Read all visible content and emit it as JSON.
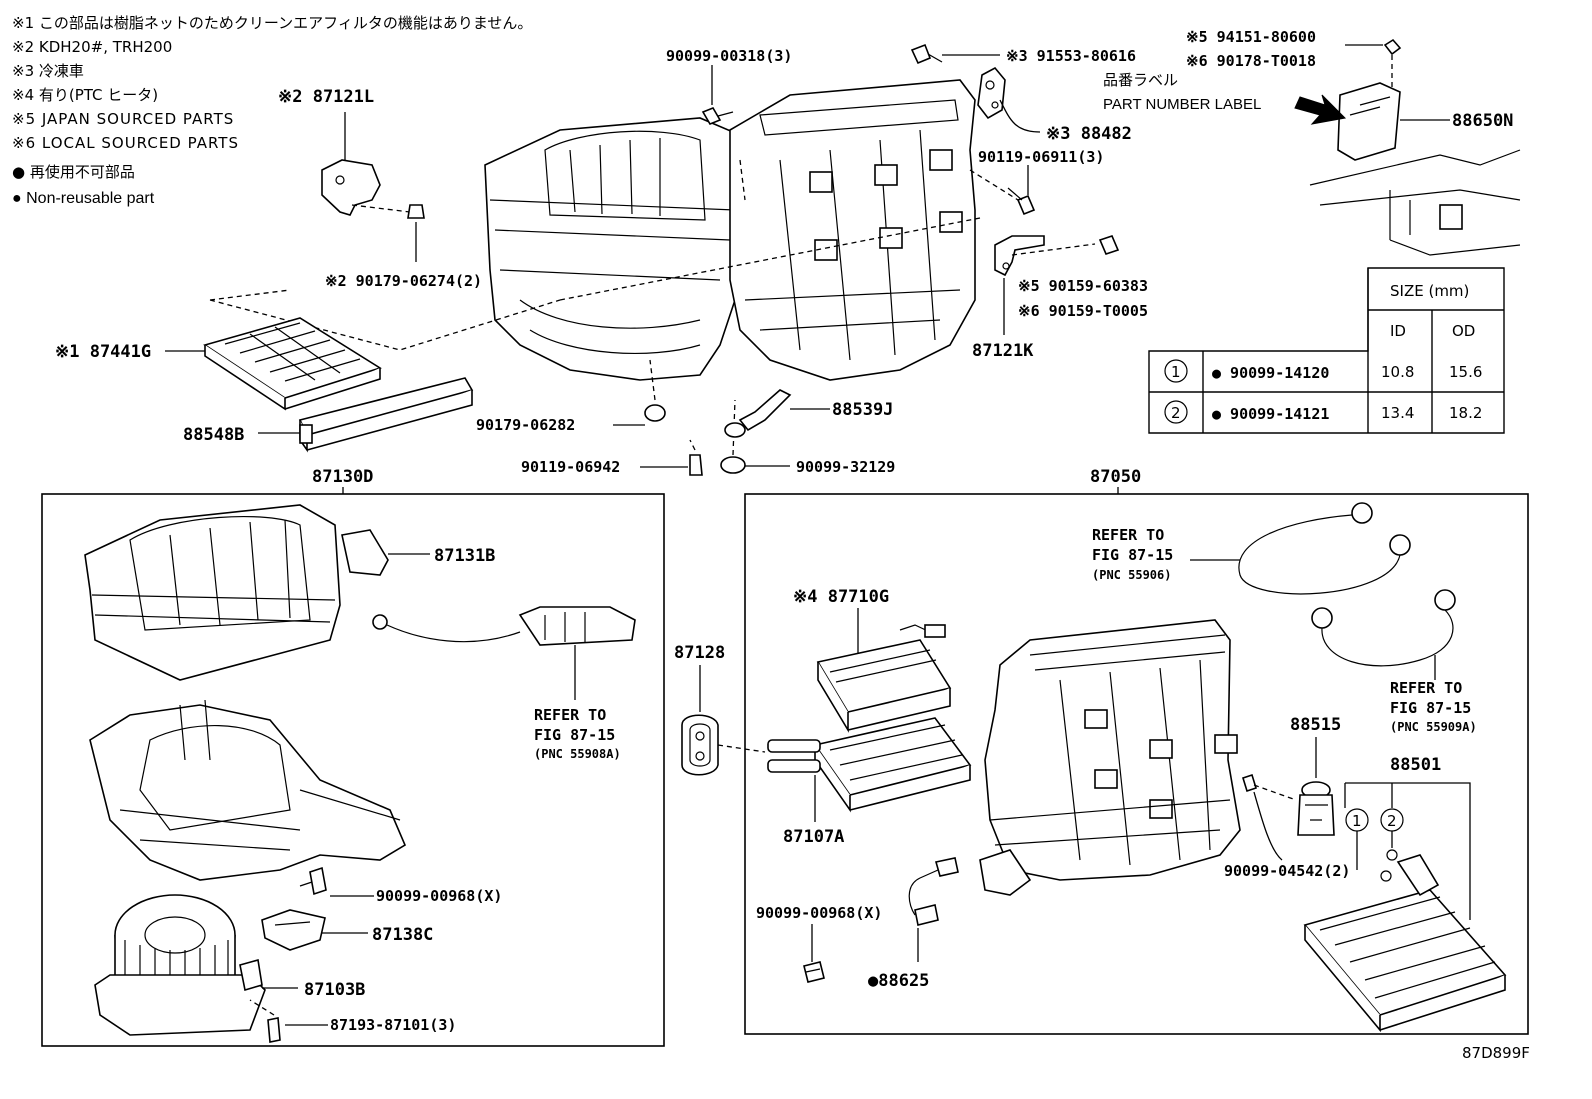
{
  "notes": {
    "n1": "※1 この部品は樹脂ネットのためクリーンエアフィルタの機能はありません。",
    "n2": "※2 KDH20#, TRH200",
    "n3": "※3 冷凍車",
    "n4": "※4 有り(PTC ヒータ)",
    "n5": "※5 JAPAN SOURCED PARTS",
    "n6": "※6 LOCAL SOURCED PARTS",
    "n7": "● 再使用不可部品",
    "n8": "● Non-reusable part"
  },
  "labels": {
    "p_87121L": "※2 87121L",
    "p_9017906274": "※2 90179-06274(2)",
    "p_87441G": "※1 87441G",
    "p_88548B": "88548B",
    "p_87130D": "87130D",
    "p_9009900318": "90099-00318(3)",
    "p_9017906282": "90179-06282",
    "p_9011906942": "90119-06942",
    "p_9009932129": "90099-32129",
    "p_88539J": "88539J",
    "p_9155380616": "※3 91553-80616",
    "p_88482": "※3 88482",
    "p_9011906911": "90119-06911(3)",
    "p_9015960383": "※5 90159-60383",
    "p_90159T0005": "※6 90159-T0005",
    "p_87121K": "87121K",
    "p_9415180600": "※5 94151-80600",
    "p_90178T0018": "※6 90178-T0018",
    "label_jp": "品番ラベル",
    "label_en": "PART NUMBER LABEL",
    "p_88650N": "88650N",
    "p_87050": "87050",
    "p_87131B": "87131B",
    "refer_l1": "REFER TO",
    "refer_l2": "FIG 87-15",
    "refer_l3": "(PNC 55908A)",
    "p_87128": "87128",
    "p_9009900968a": "90099-00968(X)",
    "p_87138C": "87138C",
    "p_87103B": "87103B",
    "p_8719387101": "87193-87101(3)",
    "p_87710G": "※4 87710G",
    "refer_t1": "REFER TO",
    "refer_t2": "FIG 87-15",
    "refer_t3": "(PNC 55906)",
    "refer_r1": "REFER TO",
    "refer_r2": "FIG 87-15",
    "refer_r3": "(PNC 55909A)",
    "p_87107A": "87107A",
    "p_88515": "88515",
    "p_88501": "88501",
    "p_9009904542": "90099-04542(2)",
    "p_9009900968b": "90099-00968(X)",
    "p_88625": "●88625",
    "fig_code": "87D899F",
    "circ1": "1",
    "circ2": "2"
  },
  "size_table": {
    "header": "SIZE (mm)",
    "col_id": "ID",
    "col_od": "OD",
    "rows": [
      {
        "num": "1",
        "part": "● 90099-14120",
        "id": "10.8",
        "od": "15.6"
      },
      {
        "num": "2",
        "part": "● 90099-14121",
        "id": "13.4",
        "od": "18.2"
      }
    ]
  }
}
